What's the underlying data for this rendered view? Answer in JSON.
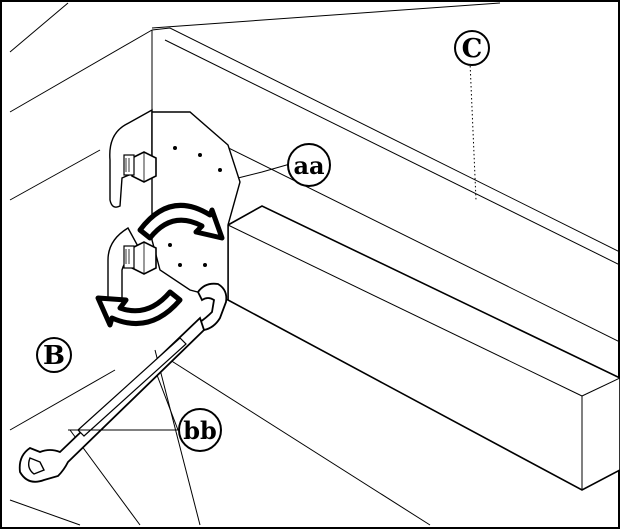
{
  "labels": {
    "part_c": "C",
    "part_b": "B",
    "hardware_aa": "aa",
    "hardware_bb": "bb"
  },
  "icons": {
    "rotation": "clockwise-tighten-arrows-icon",
    "tool": "open-end-wrench-icon",
    "fastener": "hex-bolt-icon"
  },
  "colors": {
    "ink": "#000000",
    "paper": "#ffffff"
  }
}
